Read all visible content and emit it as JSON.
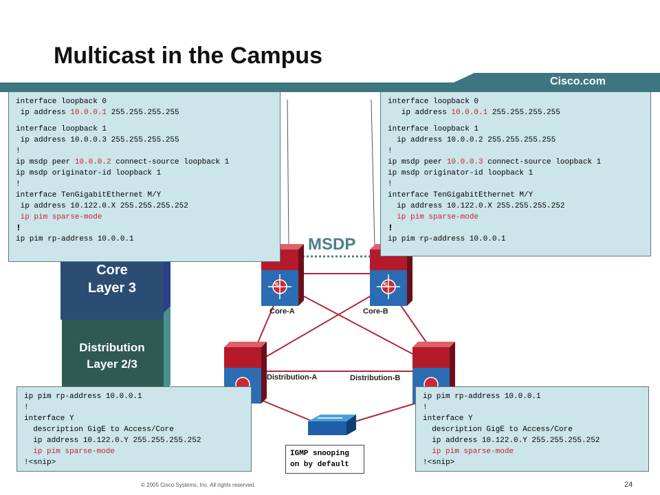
{
  "title": "Multicast in the Campus",
  "brand": {
    "logo_text": "Cisco.com",
    "banner_color": "#3d7680"
  },
  "layers": {
    "core_line1": "Core",
    "core_line2": "Layer 3",
    "distribution_line1": "Distribution",
    "distribution_line2": "Layer 2/3"
  },
  "devices": {
    "core_a": "Core-A",
    "core_b": "Core-B",
    "dist_a": "Distribution-A",
    "dist_b": "Distribution-B",
    "switch_badge": "Si"
  },
  "msdp_label": "MSDP",
  "config_core_a": {
    "l1": "interface loopback 0",
    "l2a": " ip address ",
    "l2b": "10.0.0.1",
    "l2c": " 255.255.255.255",
    "l3": "interface loopback 1",
    "l4": " ip address 10.0.0.3 255.255.255.255",
    "l5": "!",
    "l6a": "ip msdp peer ",
    "l6b": "10.0.0.2",
    "l6c": " connect-source loopback 1",
    "l7": "ip msdp originator-id loopback 1",
    "l8": "!",
    "l9": "interface TenGigabitEthernet M/Y",
    "l10": " ip address 10.122.0.X 255.255.255.252",
    "l11": " ip pim sparse-mode",
    "l12": "!",
    "l13": "ip pim rp-address 10.0.0.1"
  },
  "config_core_b": {
    "l1": "interface loopback 0",
    "l2a": "   ip address ",
    "l2b": "10.0.0.1",
    "l2c": " 255.255.255.255",
    "l3": "interface loopback 1",
    "l4": "  ip address 10.0.0.2 255.255.255.255",
    "l5": "!",
    "l6a": "ip msdp peer ",
    "l6b": "10.0.0.3",
    "l6c": " connect-source loopback 1",
    "l7": "ip msdp originator-id loopback 1",
    "l8": "!",
    "l9": "interface TenGigabitEthernet M/Y",
    "l10": "  ip address 10.122.0.X 255.255.255.252",
    "l11": "  ip pim sparse-mode",
    "l12": "!",
    "l13": "ip pim rp-address 10.0.0.1"
  },
  "config_dist_a": {
    "l1": "ip pim rp-address 10.0.0.1",
    "l2": "!",
    "l3": "interface Y",
    "l4": "  description GigE to Access/Core",
    "l5": "  ip address 10.122.0.Y 255.255.255.252",
    "l6": "  ip pim sparse-mode",
    "l7": "!<snip>"
  },
  "config_dist_b": {
    "l1": "ip pim rp-address 10.0.0.1",
    "l2": "!",
    "l3": "interface Y",
    "l4": "  description GigE to Access/Core",
    "l5": "  ip address 10.122.0.Y 255.255.255.252",
    "l6": "  ip pim sparse-mode",
    "l7": "!<snip>"
  },
  "igmp_note": {
    "l1": "IGMP snooping",
    "l2": "on by default"
  },
  "footer": "© 2005 Cisco Systems, Inc. All rights reserved.",
  "page_number": "24"
}
